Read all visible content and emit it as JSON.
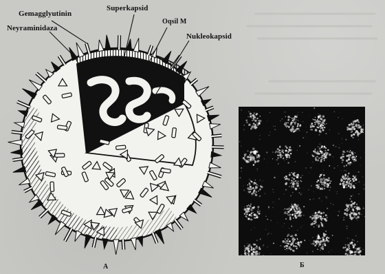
{
  "labels": {
    "hemagglutinin": "Gemagglyutinin",
    "neuraminidase": "Neyraminidaza",
    "supercapsid": "Superkapsid",
    "protein_m": "Oqsil M",
    "nucleocapsid": "Nukleokapsid"
  },
  "captions": {
    "panel_a": "A",
    "panel_b": "Б"
  },
  "colors": {
    "ink": "#111111",
    "paper": "#c9c9c6",
    "micrograph_bg": "#0d0d0d"
  }
}
